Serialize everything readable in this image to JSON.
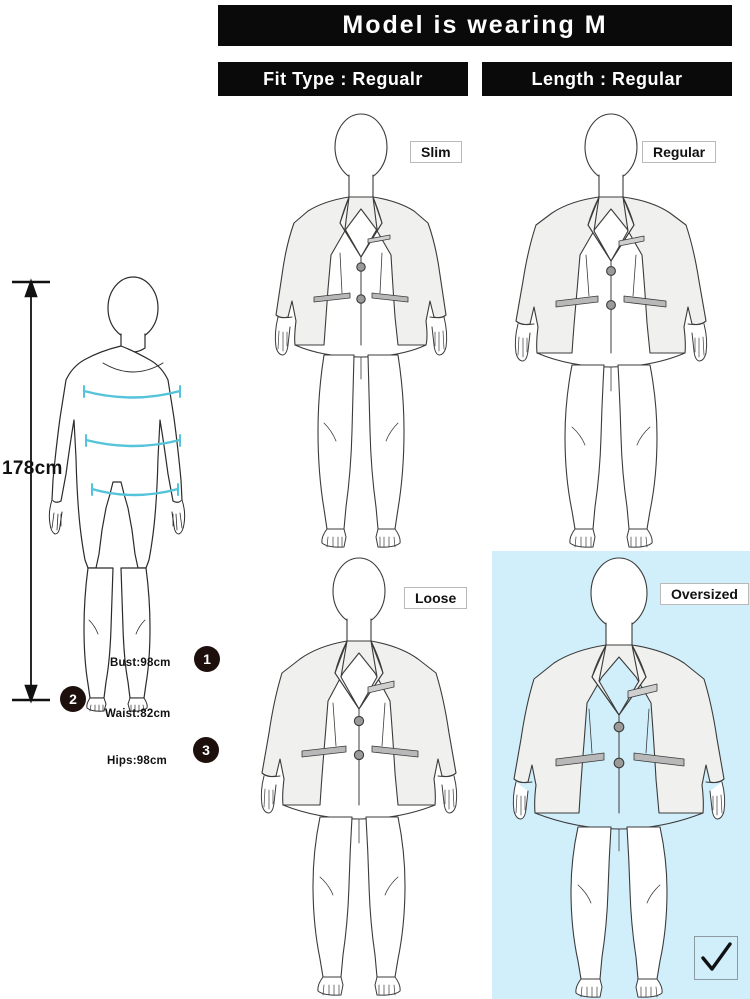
{
  "header": {
    "title": "Model is wearing M",
    "fit_type_label": "Fit Type : Regualr",
    "length_label": "Length : Regular"
  },
  "model": {
    "height": "178cm",
    "measurements": [
      {
        "id": 1,
        "badge": "1",
        "text": "Bust:98cm",
        "name": "Bust",
        "value": "98cm"
      },
      {
        "id": 2,
        "badge": "2",
        "text": "Waist:82cm",
        "name": "Waist",
        "value": "82cm"
      },
      {
        "id": 3,
        "badge": "3",
        "text": "Hips:98cm",
        "name": "Hips",
        "value": "98cm"
      }
    ]
  },
  "fits": [
    {
      "key": "slim",
      "label": "Slim",
      "selected": false
    },
    {
      "key": "regular",
      "label": "Regular",
      "selected": false
    },
    {
      "key": "loose",
      "label": "Loose",
      "selected": false
    },
    {
      "key": "oversized",
      "label": "Oversized",
      "selected": true
    }
  ],
  "selection": {
    "checkmark_icon": "check-icon",
    "highlight_color": "#d0effb"
  },
  "colors": {
    "banner_bg": "#0a0a0a",
    "banner_text": "#ffffff",
    "measure_line": "#55c3da",
    "badge_bg": "#1c0f0c",
    "garment_fill": "#f0f0ee",
    "outline": "#3b3b3b"
  }
}
